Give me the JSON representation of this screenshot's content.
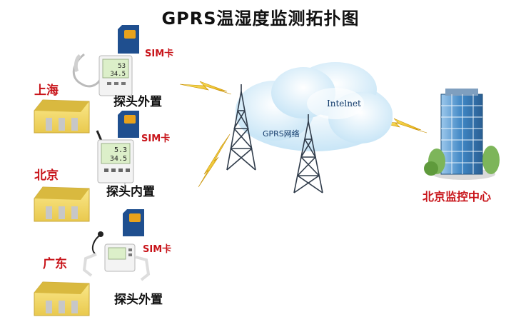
{
  "title": "GPRS温湿度监测拓扑图",
  "sites": [
    {
      "city": "上海",
      "sim": "SIM卡",
      "probe": "探头外置",
      "reading_top": "53",
      "reading_bottom": "34.5"
    },
    {
      "city": "北京",
      "sim": "SIM卡",
      "probe": "探头内置",
      "reading_top": "5.3",
      "reading_bottom": "34.5"
    },
    {
      "city": "广东",
      "sim": "SIM卡",
      "probe": "探头外置"
    }
  ],
  "network": {
    "internet": "Intelnet",
    "gprs": "GPRS网络"
  },
  "center": {
    "label": "北京监控中心"
  },
  "colors": {
    "label_red": "#c8141a",
    "sim_blue": "#1f4f8f",
    "sim_chip": "#e8a21c",
    "warehouse_wall": "#f5dc6e",
    "warehouse_roof": "#d9b93f",
    "cloud": "#cfe8f7",
    "tower": "#2f3b4a",
    "lightning": "#f1c40f",
    "building_glass": "#3f86c4"
  }
}
